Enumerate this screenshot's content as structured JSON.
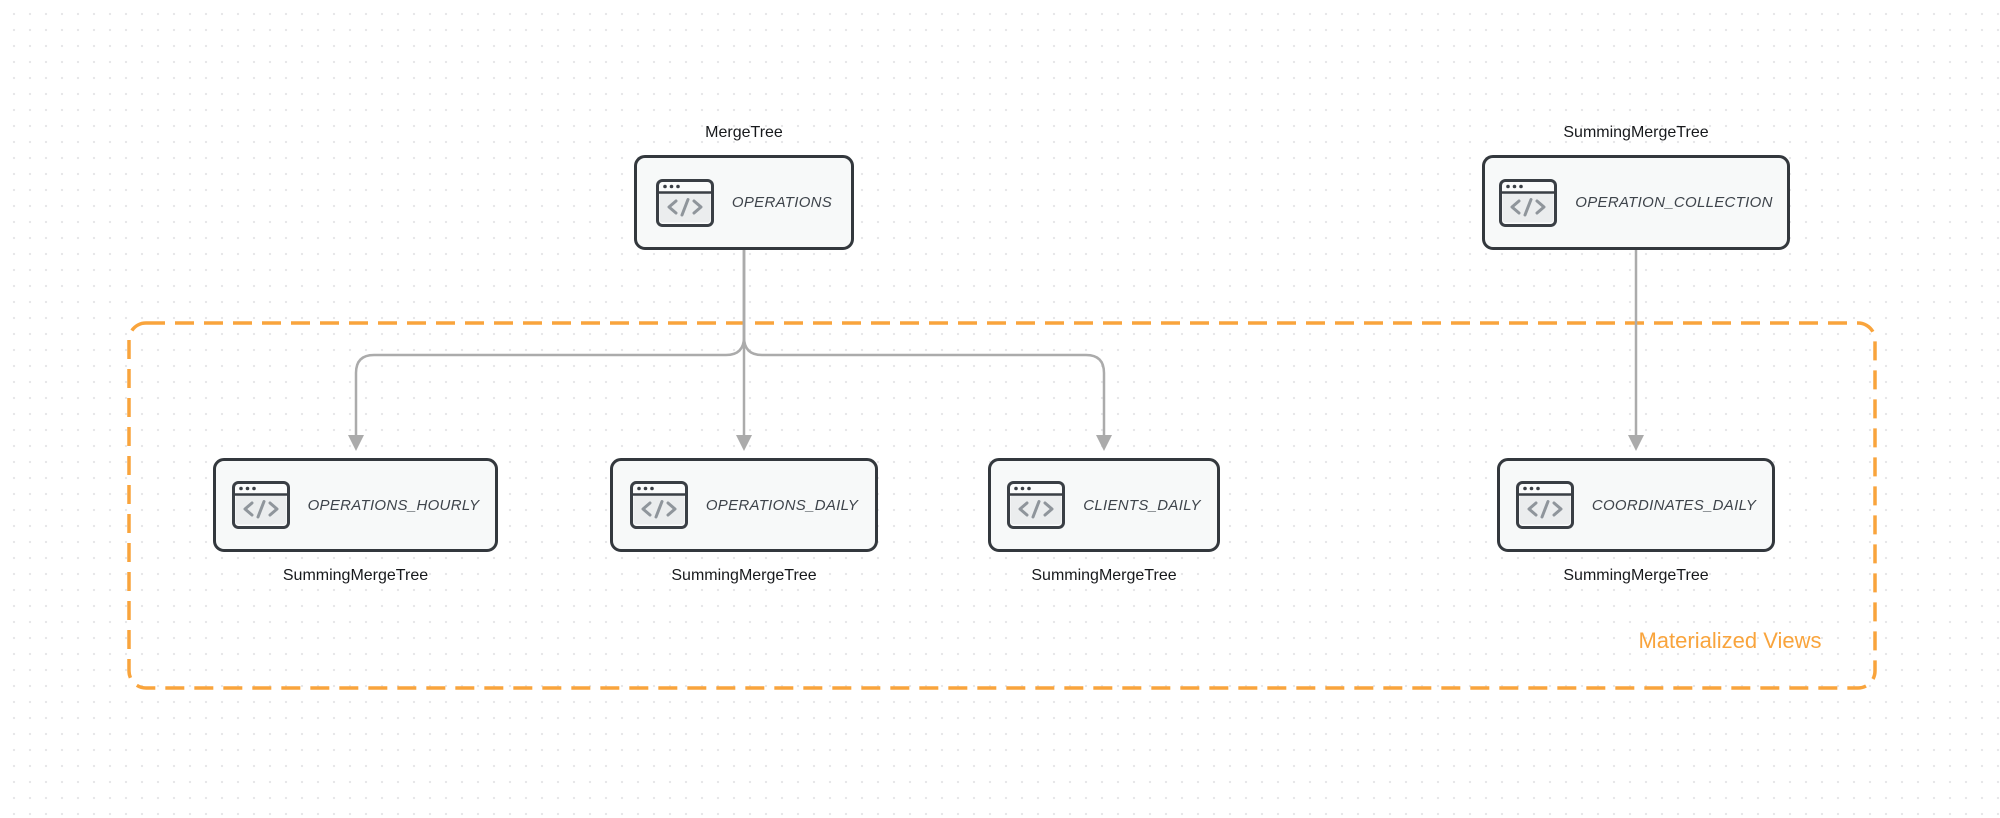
{
  "diagram": {
    "type": "database-schema-flow",
    "group": {
      "label": "Materialized Views"
    },
    "nodes": [
      {
        "id": "operations",
        "engine": "MergeTree",
        "title": "OPERATIONS",
        "icon": "code-window-icon",
        "engine_label_position": "top",
        "in_group": false
      },
      {
        "id": "operation-collection",
        "engine": "SummingMergeTree",
        "title": "OPERATION_COLLECTION",
        "icon": "code-window-icon",
        "engine_label_position": "top",
        "in_group": false
      },
      {
        "id": "operations-hourly",
        "engine": "SummingMergeTree",
        "title": "OPERATIONS_HOURLY",
        "icon": "code-window-icon",
        "engine_label_position": "bottom",
        "in_group": true
      },
      {
        "id": "operations-daily",
        "engine": "SummingMergeTree",
        "title": "OPERATIONS_DAILY",
        "icon": "code-window-icon",
        "engine_label_position": "bottom",
        "in_group": true
      },
      {
        "id": "clients-daily",
        "engine": "SummingMergeTree",
        "title": "CLIENTS_DAILY",
        "icon": "code-window-icon",
        "engine_label_position": "bottom",
        "in_group": true
      },
      {
        "id": "coordinates-daily",
        "engine": "SummingMergeTree",
        "title": "COORDINATES_DAILY",
        "icon": "code-window-icon",
        "engine_label_position": "bottom",
        "in_group": true
      }
    ],
    "edges": [
      {
        "from": "OPERATIONS",
        "to": "OPERATIONS_HOURLY"
      },
      {
        "from": "OPERATIONS",
        "to": "OPERATIONS_DAILY"
      },
      {
        "from": "OPERATIONS",
        "to": "CLIENTS_DAILY"
      },
      {
        "from": "OPERATION_COLLECTION",
        "to": "COORDINATES_DAILY"
      }
    ],
    "colors": {
      "group_accent": "#F9A43C",
      "arrow": "#ABABAB",
      "node_border": "#33383D",
      "node_fill": "#F7F9F9",
      "node_title_text": "#3E444B",
      "engine_label_text": "#17191C",
      "canvas_dot": "#E7E7E9"
    }
  }
}
